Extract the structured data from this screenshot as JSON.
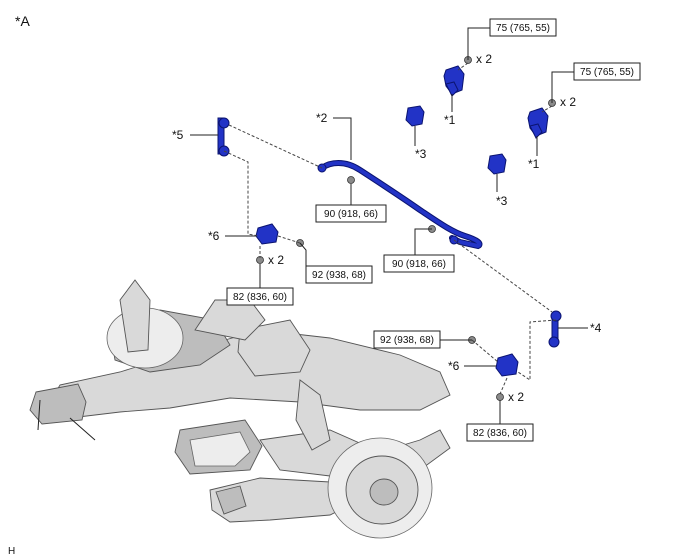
{
  "view_label": "*A",
  "footer_letter": "H",
  "part_markers": {
    "p1": "*1",
    "p2": "*2",
    "p3": "*3",
    "p4": "*4",
    "p5": "*5",
    "p6": "*6"
  },
  "torque_specs": {
    "t75": "75 (765, 55)",
    "t90": "90 (918, 66)",
    "t92": "92 (938, 68)",
    "t82": "82 (836, 60)"
  },
  "quantity": "x 2",
  "colors": {
    "part_blue": "#2233c6",
    "frame_gray": "#d9d9d9"
  }
}
